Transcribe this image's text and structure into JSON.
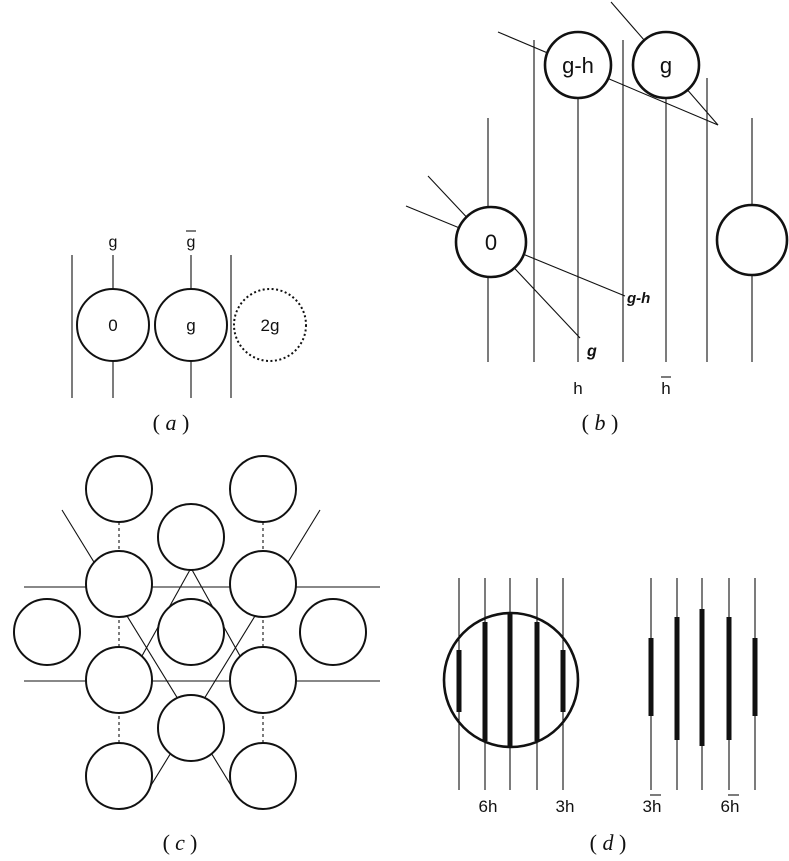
{
  "panel_a": {
    "caption": "a",
    "top_labels": [
      "g",
      "g"
    ],
    "circle_labels": [
      "0",
      "g",
      "2g"
    ]
  },
  "panel_b": {
    "caption": "b",
    "circle_labels": [
      "g-h",
      "g",
      "0"
    ],
    "line_labels": [
      "g-h",
      "g"
    ],
    "bottom_labels": [
      "h",
      "h"
    ]
  },
  "panel_c": {
    "caption": "c"
  },
  "panel_d": {
    "caption": "d",
    "bottom_labels": [
      "6h",
      "3h",
      "3h",
      "6h"
    ]
  }
}
